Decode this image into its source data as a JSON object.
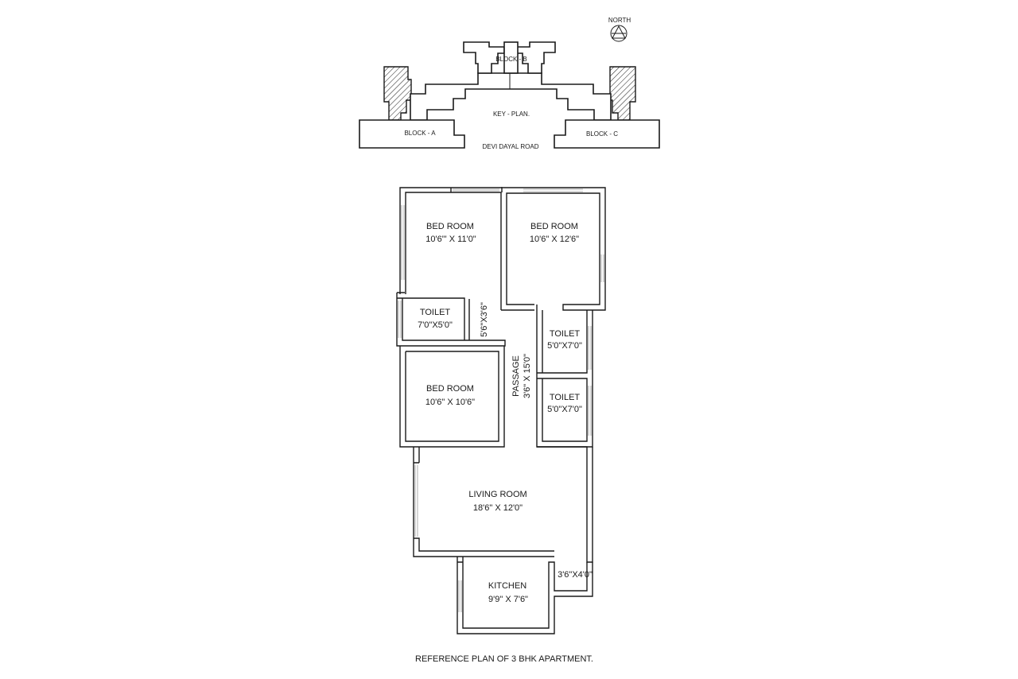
{
  "key_plan": {
    "north": "NORTH",
    "title": "KEY - PLAN.",
    "block_a": "BLOCK - A",
    "block_b": "BLOCK - B",
    "block_c": "BLOCK - C",
    "road": "DEVI DAYAL ROAD"
  },
  "rooms": {
    "bed1_name": "BED ROOM",
    "bed1_size": "10'6\"' X 11'0\"",
    "bed2_name": "BED ROOM",
    "bed2_size": "10'6\" X 12'6\"",
    "bed3_name": "BED ROOM",
    "bed3_size": "10'6\" X 10'6\"",
    "toilet1_name": "TOILET",
    "toilet1_size": "7'0\"X5'0\"",
    "toilet2_name": "TOILET",
    "toilet2_size": "5'0\"X7'0\"",
    "toilet3_name": "TOILET",
    "toilet3_size": "5'0\"X7'0\"",
    "dress_size": "5'6\"X3'6\"",
    "passage_name": "PASSAGE",
    "passage_size": "3'6\" X 15'0\"",
    "living_name": "LIVING ROOM",
    "living_size": "18'6\" X 12'0\"",
    "kitchen_name": "KITCHEN",
    "kitchen_size": "9'9\" X 7'6\"",
    "utility_size": "3'6\"X4'0\""
  },
  "caption": "REFERENCE PLAN OF 3 BHK APARTMENT."
}
